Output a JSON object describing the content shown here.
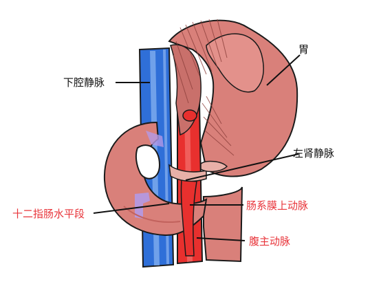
{
  "labels": {
    "ivc": "下腔静脉",
    "stomach": "胃",
    "left_renal_vein": "左肾静脉",
    "duodenum_horizontal": "十二指肠水平段",
    "sma": "肠系膜上动脉",
    "aorta": "腹主动脉"
  },
  "colors": {
    "label_black": "#111111",
    "label_red": "#e8343a",
    "organ": "#d9807a",
    "organ_dark": "#b85a55",
    "vein": "#2f6fd8",
    "artery": "#e8302e"
  }
}
